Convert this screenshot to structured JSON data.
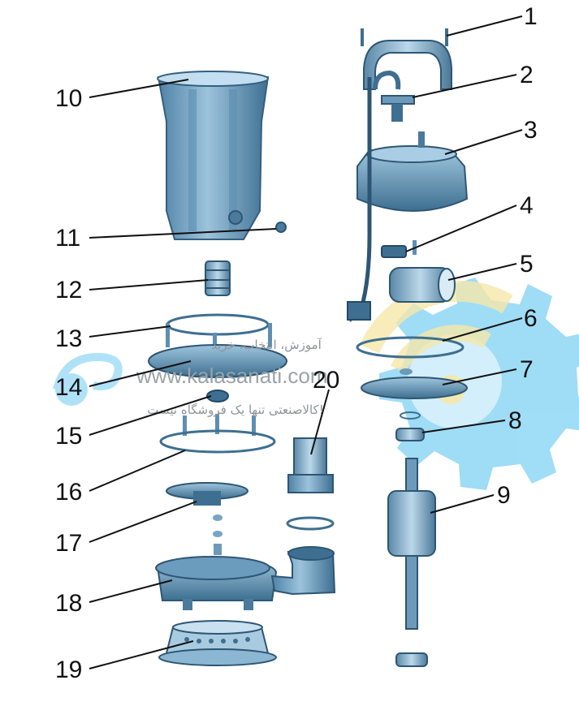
{
  "part_numbers": [
    "1",
    "2",
    "3",
    "4",
    "5",
    "6",
    "7",
    "8",
    "9",
    "10",
    "11",
    "12",
    "13",
    "14",
    "15",
    "16",
    "17",
    "18",
    "19",
    "20"
  ],
  "watermark": {
    "url": "www.kalasanati.com",
    "line1": "آموزش، انتخاب، خرید",
    "line2": "کالاصنعتی تنها یک فروشگاه نیست!"
  },
  "colors": {
    "part_blue": "#6f9fbf",
    "part_dark": "#3e6f90",
    "part_light": "#a9cbe0",
    "gear_blue": "#7fd0f2",
    "gear_yellow": "#f6e7a1",
    "leader": "#111111"
  }
}
